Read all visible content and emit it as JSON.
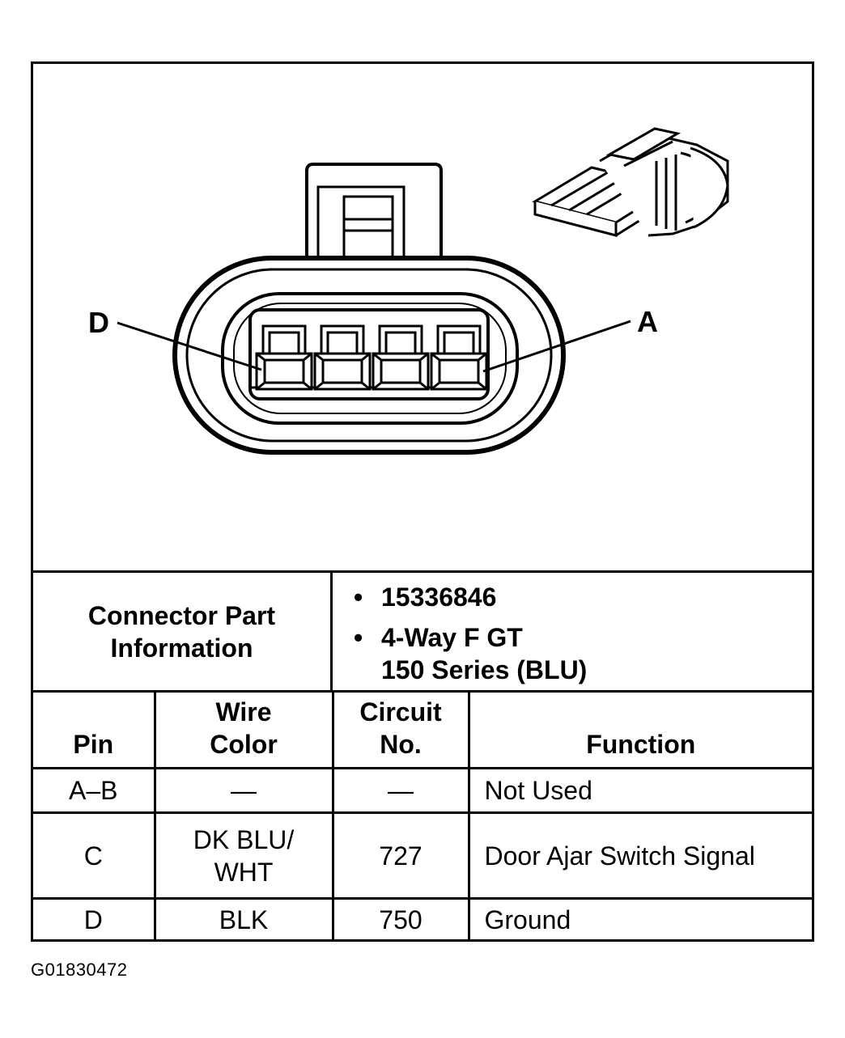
{
  "callouts": {
    "left": "D",
    "right": "A"
  },
  "connector_part_info": {
    "label_line1": "Connector Part",
    "label_line2": "Information",
    "items": [
      {
        "bullet": "•",
        "lines": [
          "15336846"
        ]
      },
      {
        "bullet": "•",
        "lines": [
          "4-Way F GT",
          "150 Series (BLU)"
        ]
      }
    ]
  },
  "table": {
    "headers": {
      "pin": "Pin",
      "wire_line1": "Wire",
      "wire_line2": "Color",
      "circuit_line1": "Circuit",
      "circuit_line2": "No.",
      "function": "Function"
    },
    "rows": [
      {
        "pin": "A–B",
        "wire_color_line1": "—",
        "wire_color_line2": "",
        "circuit": "—",
        "function": "Not Used"
      },
      {
        "pin": "C",
        "wire_color_line1": "DK BLU/",
        "wire_color_line2": "WHT",
        "circuit": "727",
        "function": "Door Ajar Switch Signal"
      },
      {
        "pin": "D",
        "wire_color_line1": "BLK",
        "wire_color_line2": "",
        "circuit": "750",
        "function": "Ground"
      }
    ]
  },
  "figure_id": "G01830472"
}
